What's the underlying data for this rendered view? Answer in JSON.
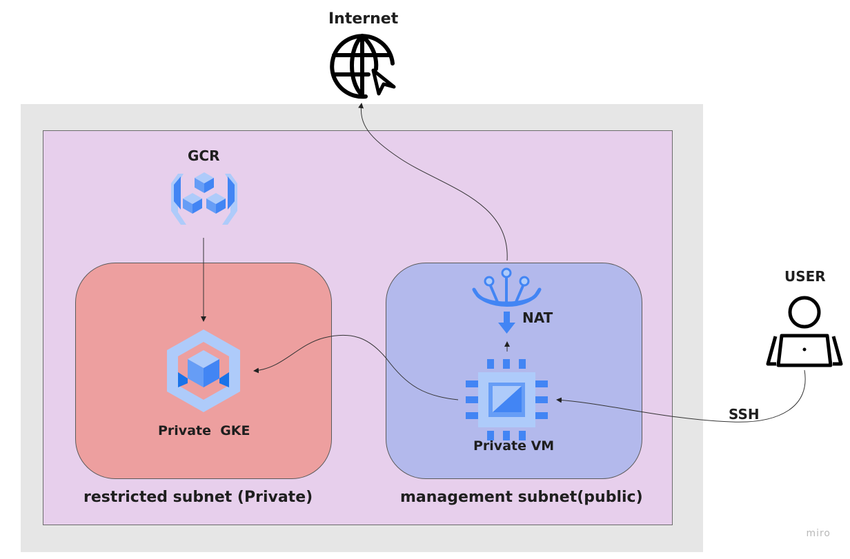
{
  "nodes": {
    "internet": "Internet",
    "gcr": "GCR",
    "nat": "NAT",
    "private_gke": "Private  GKE",
    "private_vm": "Private VM",
    "user": "USER"
  },
  "regions": {
    "restricted_subnet": "restricted subnet (Private)",
    "management_subnet": "management subnet(public)"
  },
  "edges": {
    "ssh": "SSH"
  },
  "watermark": "miro",
  "colors": {
    "outer_background": "#e6e6e6",
    "vpc_background": "#e7cfec",
    "restricted_subnet": "#ed9f9f",
    "management_subnet": "#b3b9ec",
    "gcp_blue": "#4285f4",
    "gcp_light_blue": "#aecbfa"
  },
  "icons": [
    "globe-cursor-icon",
    "container-registry-icon",
    "kubernetes-engine-icon",
    "cloud-nat-icon",
    "compute-engine-icon",
    "user-laptop-icon"
  ]
}
